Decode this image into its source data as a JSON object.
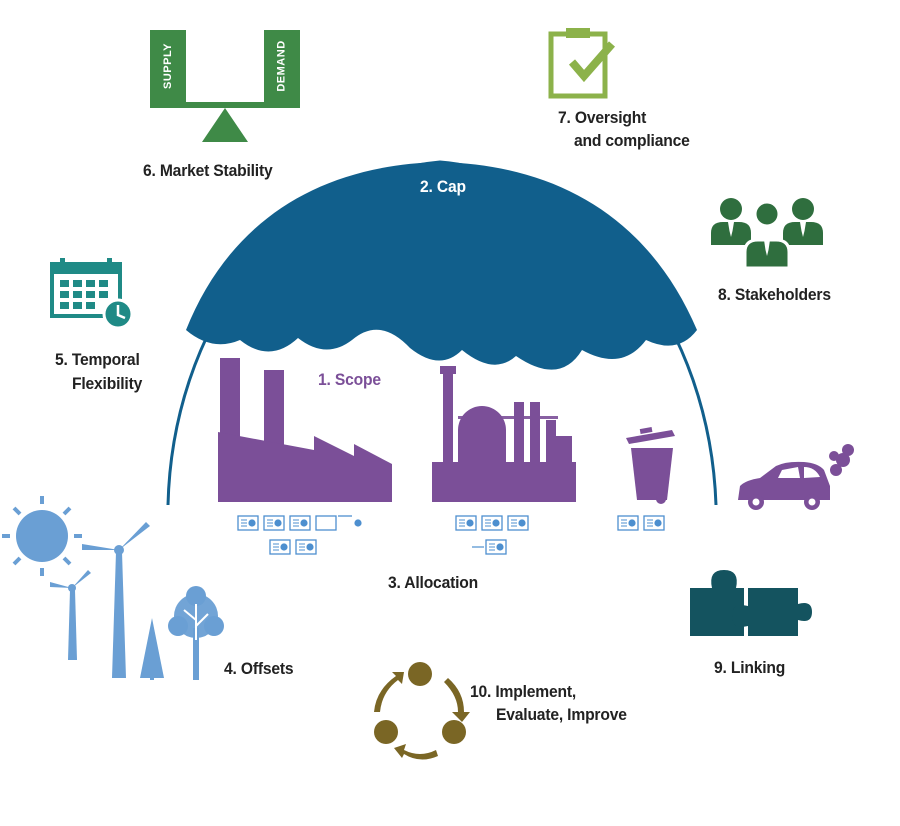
{
  "labels": {
    "scope": "1. Scope",
    "cap": "2. Cap",
    "allocation": "3. Allocation",
    "offsets": "4. Offsets",
    "temporal_line1": "5. Temporal",
    "temporal_line2": "Flexibility",
    "market_stability": "6. Market Stability",
    "oversight_line1": "7. Oversight",
    "oversight_line2": "and compliance",
    "stakeholders": "8. Stakeholders",
    "linking": "9. Linking",
    "implement_line1": "10. Implement,",
    "implement_line2": "Evaluate, Improve"
  },
  "scale_signs": {
    "left": "SUPPLY",
    "right": "DEMAND"
  },
  "icons": [
    "scale-icon",
    "clipboard-check-icon",
    "stakeholders-icon",
    "calendar-clock-icon",
    "factory-icon",
    "refinery-icon",
    "trash-bin-icon",
    "car-icon",
    "sun-icon",
    "wind-turbine-icon",
    "tree-icon",
    "puzzle-icon",
    "cycle-arrows-icon",
    "allowance-certificate-icon"
  ],
  "colors": {
    "cap_blue": "#115f8c",
    "scope_purple": "#7b4f98",
    "market_green": "#3f8a47",
    "oversight_green": "#8cb24a",
    "stakeholder_green": "#2f6e3e",
    "calendar_teal": "#1f8a86",
    "offsets_blue": "#6a9fd4",
    "linking_teal": "#14535f",
    "cycle_olive": "#7a6625",
    "certificate_blue": "#4d8fcf"
  }
}
